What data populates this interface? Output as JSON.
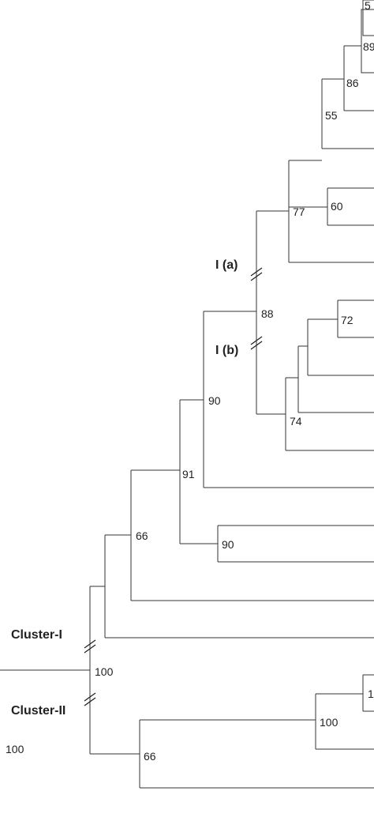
{
  "tree": {
    "bootstrap_labels": {
      "n_top": "5",
      "n89": "89",
      "n86": "86",
      "n55": "55",
      "n77": "77",
      "n60": "60",
      "n88": "88",
      "n72": "72",
      "n74": "74",
      "n90a": "90",
      "n91": "91",
      "n66a": "66",
      "n90b": "90",
      "n100_root": "100",
      "n1_partial": "1",
      "n100_c2": "100",
      "n66_c2": "66",
      "n100_stray": "100"
    },
    "clade_labels": {
      "ia": "I (a)",
      "ib": "I (b)",
      "cluster_i": "Cluster-I",
      "cluster_ii": "Cluster-II"
    },
    "colors": {
      "line": "#333333",
      "text": "#222222",
      "background": "#ffffff"
    }
  }
}
